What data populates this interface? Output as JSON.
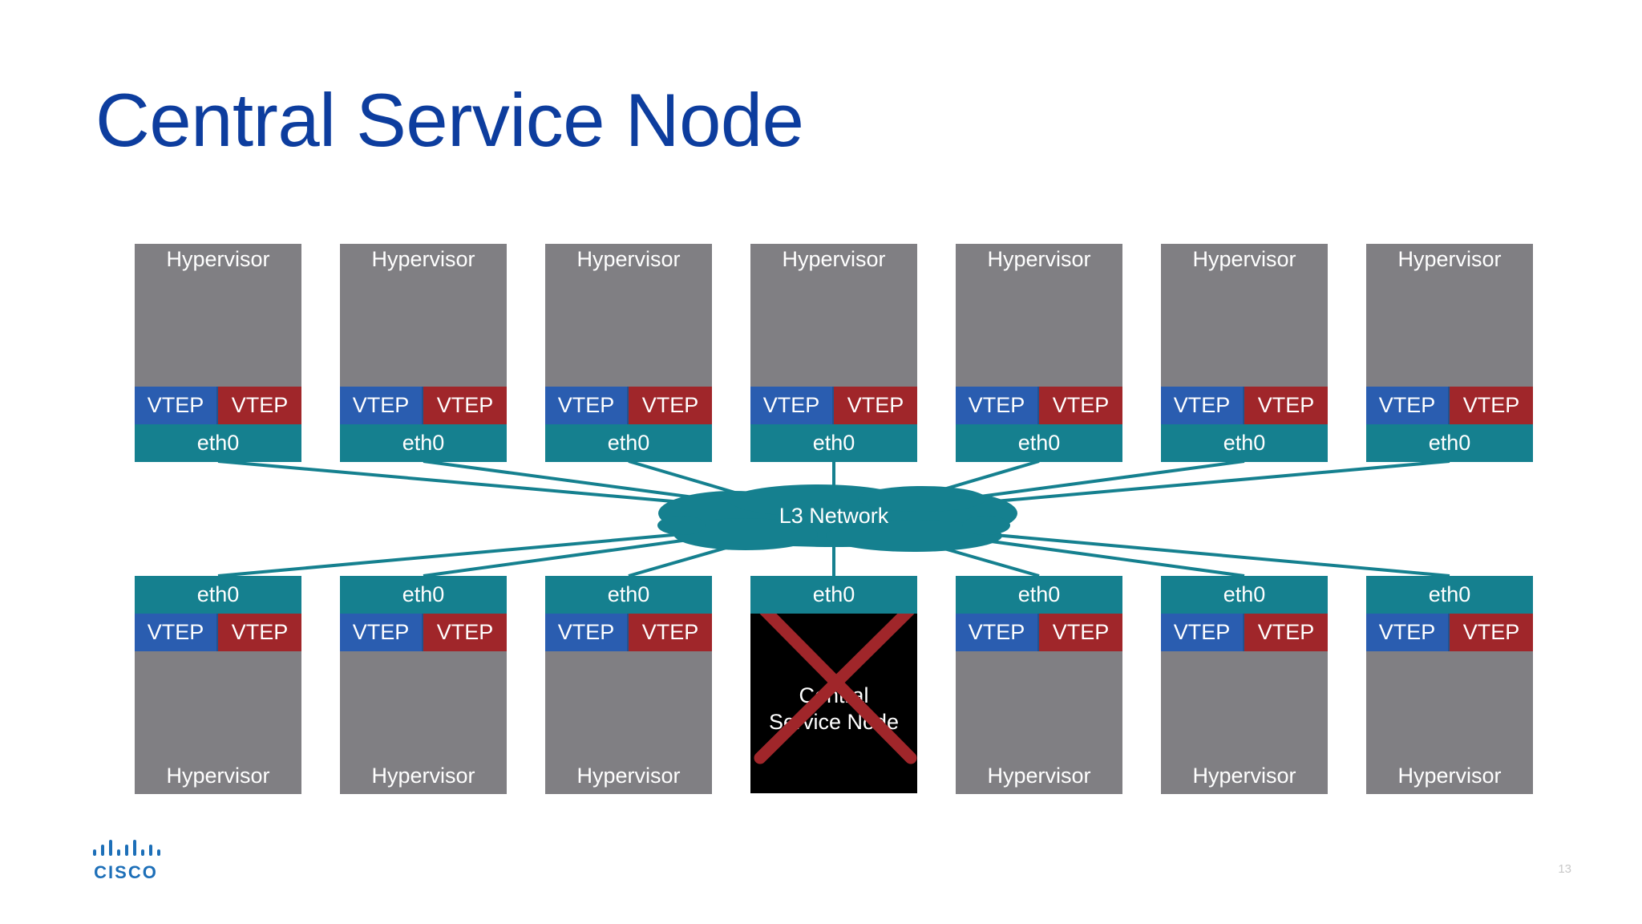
{
  "slide": {
    "title": "Central Service Node",
    "page_number": "13",
    "brand": "CISCO"
  },
  "colors": {
    "title": "#0d3d9e",
    "hypervisor": "#807f83",
    "vtep_blue": "#2a5db0",
    "vtep_red": "#a0262a",
    "eth": "#15808f",
    "failed_x": "#a0262a"
  },
  "network": {
    "label": "L3 Network"
  },
  "top_row": [
    {
      "hypervisor": "Hypervisor",
      "vtep_a": "VTEP",
      "vtep_b": "VTEP",
      "eth": "eth0"
    },
    {
      "hypervisor": "Hypervisor",
      "vtep_a": "VTEP",
      "vtep_b": "VTEP",
      "eth": "eth0"
    },
    {
      "hypervisor": "Hypervisor",
      "vtep_a": "VTEP",
      "vtep_b": "VTEP",
      "eth": "eth0"
    },
    {
      "hypervisor": "Hypervisor",
      "vtep_a": "VTEP",
      "vtep_b": "VTEP",
      "eth": "eth0"
    },
    {
      "hypervisor": "Hypervisor",
      "vtep_a": "VTEP",
      "vtep_b": "VTEP",
      "eth": "eth0"
    },
    {
      "hypervisor": "Hypervisor",
      "vtep_a": "VTEP",
      "vtep_b": "VTEP",
      "eth": "eth0"
    },
    {
      "hypervisor": "Hypervisor",
      "vtep_a": "VTEP",
      "vtep_b": "VTEP",
      "eth": "eth0"
    }
  ],
  "bottom_row": [
    {
      "hypervisor": "Hypervisor",
      "vtep_a": "VTEP",
      "vtep_b": "VTEP",
      "eth": "eth0"
    },
    {
      "hypervisor": "Hypervisor",
      "vtep_a": "VTEP",
      "vtep_b": "VTEP",
      "eth": "eth0"
    },
    {
      "hypervisor": "Hypervisor",
      "vtep_a": "VTEP",
      "vtep_b": "VTEP",
      "eth": "eth0"
    },
    {
      "central_service_node": "Central\nService Node",
      "eth": "eth0",
      "failed": true
    },
    {
      "hypervisor": "Hypervisor",
      "vtep_a": "VTEP",
      "vtep_b": "VTEP",
      "eth": "eth0"
    },
    {
      "hypervisor": "Hypervisor",
      "vtep_a": "VTEP",
      "vtep_b": "VTEP",
      "eth": "eth0"
    },
    {
      "hypervisor": "Hypervisor",
      "vtep_a": "VTEP",
      "vtep_b": "VTEP",
      "eth": "eth0"
    }
  ]
}
